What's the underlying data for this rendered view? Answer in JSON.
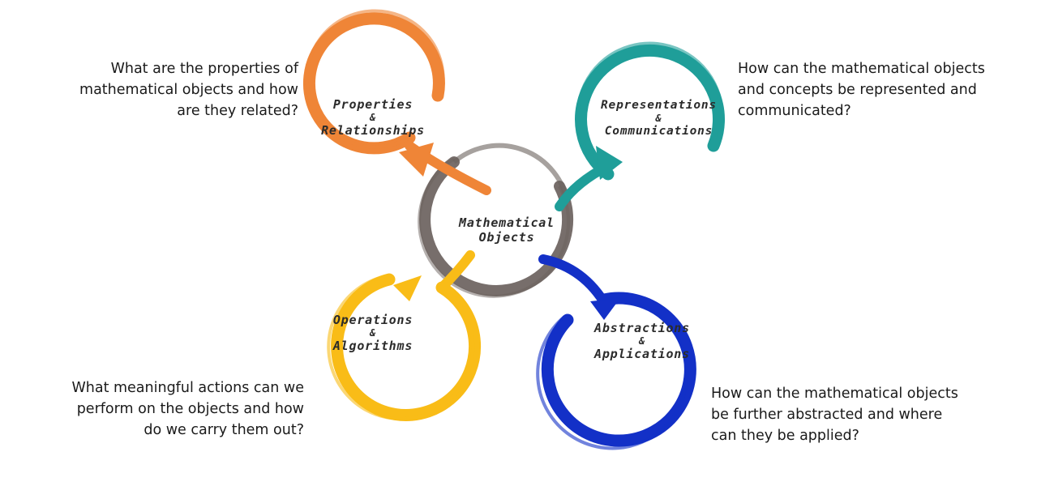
{
  "center": {
    "line1": "Mathematical",
    "line2": "Objects",
    "color": "#6b625e"
  },
  "nodes": {
    "properties": {
      "line1": "Properties",
      "amp": "&",
      "line2": "Relationships",
      "color": "#ef8537",
      "question": {
        "line1": "What are the properties of",
        "line2": "mathematical objects and how",
        "line3": "are they related?"
      }
    },
    "representations": {
      "line1": "Representations",
      "amp": "&",
      "line2": "Communications",
      "color": "#1f9e99",
      "question": {
        "line1": "How can the mathematical objects",
        "line2": "and concepts be represented and",
        "line3": "communicated?"
      }
    },
    "operations": {
      "line1": "Operations",
      "amp": "&",
      "line2": "Algorithms",
      "color": "#f9bc17",
      "question": {
        "line1": "What meaningful actions can we",
        "line2": "perform on the objects and how",
        "line3": "do we carry them out?"
      }
    },
    "abstractions": {
      "line1": "Abstractions",
      "amp": "&",
      "line2": "Applications",
      "color": "#1330c7",
      "question": {
        "line1": "How can the mathematical objects",
        "line2": "be further abstracted and where",
        "line3": "can they be applied?"
      }
    }
  }
}
